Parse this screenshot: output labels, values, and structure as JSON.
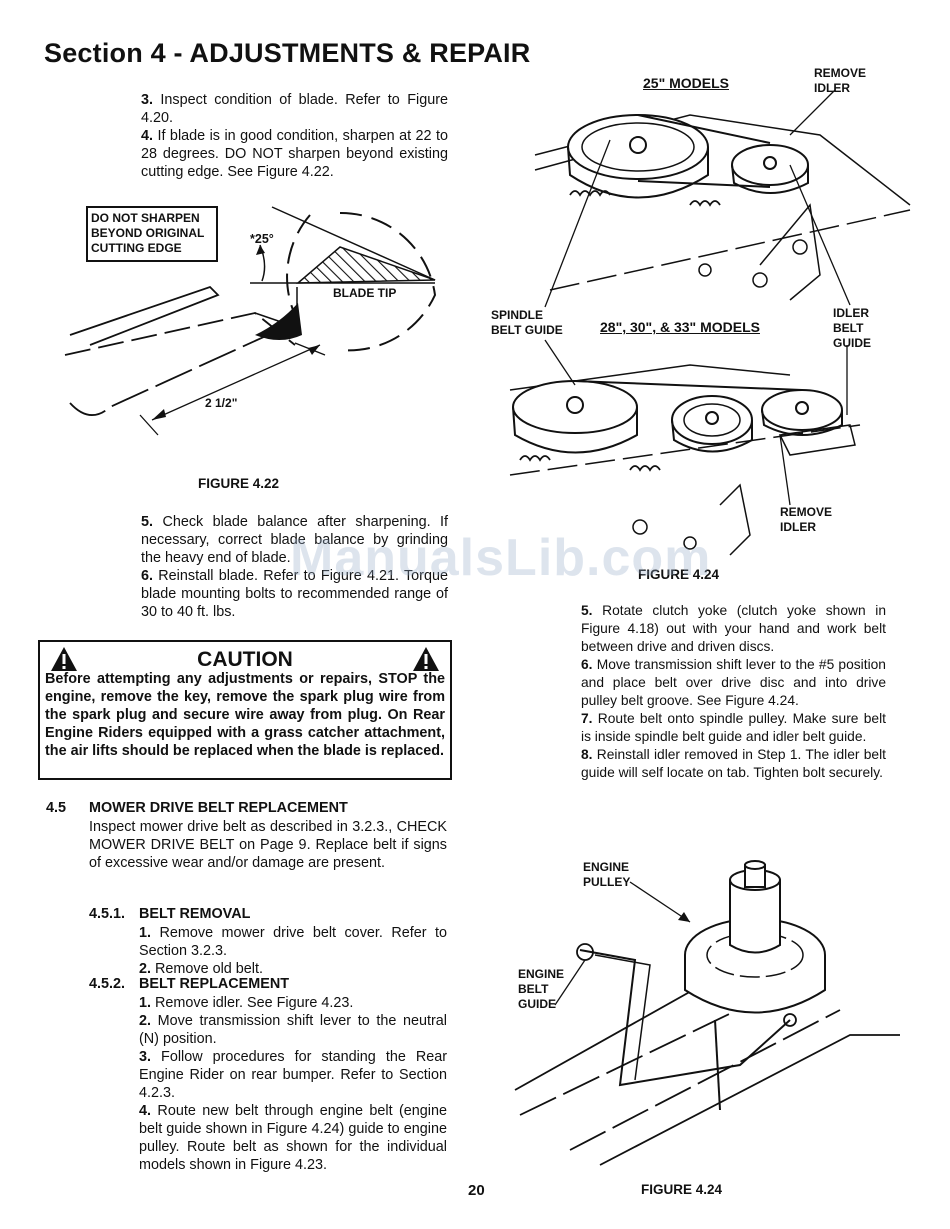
{
  "section_title": "Section 4 - ADJUSTMENTS & REPAIR",
  "left": {
    "step3_num": "3.",
    "step3_text": "Inspect condition of blade. Refer to Figure 4.20.",
    "step4_num": "4.",
    "step4_text": "If blade is in good condition, sharpen at 22 to 28 degrees. DO NOT sharpen beyond existing cutting edge. See Figure 4.22.",
    "fig422_caption": "FIGURE 4.22",
    "step5_num": "5.",
    "step5_text": "Check blade balance after sharpening. If necessary, correct blade balance by grinding the heavy end of blade.",
    "step6_num": "6.",
    "step6_text": "Reinstall blade. Refer to Figure 4.21. Torque blade mounting bolts to recommended range of 30 to 40 ft. lbs."
  },
  "figure422": {
    "box_line1": "DO NOT SHARPEN",
    "box_line2": "BEYOND ORIGINAL",
    "box_line3": "CUTTING EDGE",
    "angle": "*25°",
    "blade_tip": "BLADE TIP",
    "dimension": "2 1/2\""
  },
  "caution": {
    "heading": "CAUTION",
    "text": "Before attempting any adjustments or repairs, STOP the engine, remove the key, remove the spark plug wire from the spark plug and secure wire away from plug. On Rear Engine Riders equipped with a grass catcher attachment, the air lifts should be replaced when the blade is replaced."
  },
  "section45": {
    "number": "4.5",
    "title": "MOWER DRIVE BELT REPLACEMENT",
    "intro": "Inspect mower drive belt as described in 3.2.3., CHECK MOWER DRIVE BELT on Page 9. Replace belt if signs of excessive wear and/or damage are present.",
    "s451_num": "4.5.1.",
    "s451_title": "BELT REMOVAL",
    "s451_1_num": "1.",
    "s451_1": "Remove mower drive belt cover. Refer to Section 3.2.3.",
    "s451_2_num": "2.",
    "s451_2": "Remove old belt.",
    "s452_num": "4.5.2.",
    "s452_title": "BELT REPLACEMENT",
    "s452_1_num": "1.",
    "s452_1": "Remove idler. See Figure 4.23.",
    "s452_2_num": "2.",
    "s452_2": "Move transmission shift lever to the neutral (N) position.",
    "s452_3_num": "3.",
    "s452_3": "Follow procedures for standing the Rear Engine Rider on rear bumper. Refer to Section 4.2.3.",
    "s452_4_num": "4.",
    "s452_4": "Route new belt through engine belt (engine belt guide shown in Figure 4.24) guide to engine pulley. Route belt as shown for the individual models shown in Figure 4.23."
  },
  "figure423": {
    "models_25": "25\" MODELS",
    "remove_idler_top": "REMOVE IDLER",
    "spindle_belt_guide": "SPINDLE BELT GUIDE",
    "models_28": "28\", 30\", & 33\" MODELS",
    "idler_belt_guide": "IDLER BELT GUIDE",
    "remove_idler_bottom": "REMOVE IDLER",
    "caption": "FIGURE 4.24"
  },
  "right": {
    "step5_num": "5.",
    "step5_text": "Rotate clutch yoke (clutch yoke shown in Figure 4.18) out with your hand and work belt between drive and driven discs.",
    "step6_num": "6.",
    "step6_text": "Move transmission shift lever to the #5 position and place belt over drive disc and into drive pulley belt groove. See Figure 4.24.",
    "step7_num": "7.",
    "step7_text": "Route belt onto spindle pulley. Make sure belt is inside spindle belt guide and idler belt guide.",
    "step8_num": "8.",
    "step8_text": "Reinstall idler removed in Step 1. The idler belt guide will self locate on tab. Tighten bolt securely."
  },
  "figure424": {
    "engine_pulley": "ENGINE PULLEY",
    "engine_belt_guide": "ENGINE BELT GUIDE",
    "caption": "FIGURE 4.24"
  },
  "watermark": "ManualsLib.com",
  "page_number": "20"
}
